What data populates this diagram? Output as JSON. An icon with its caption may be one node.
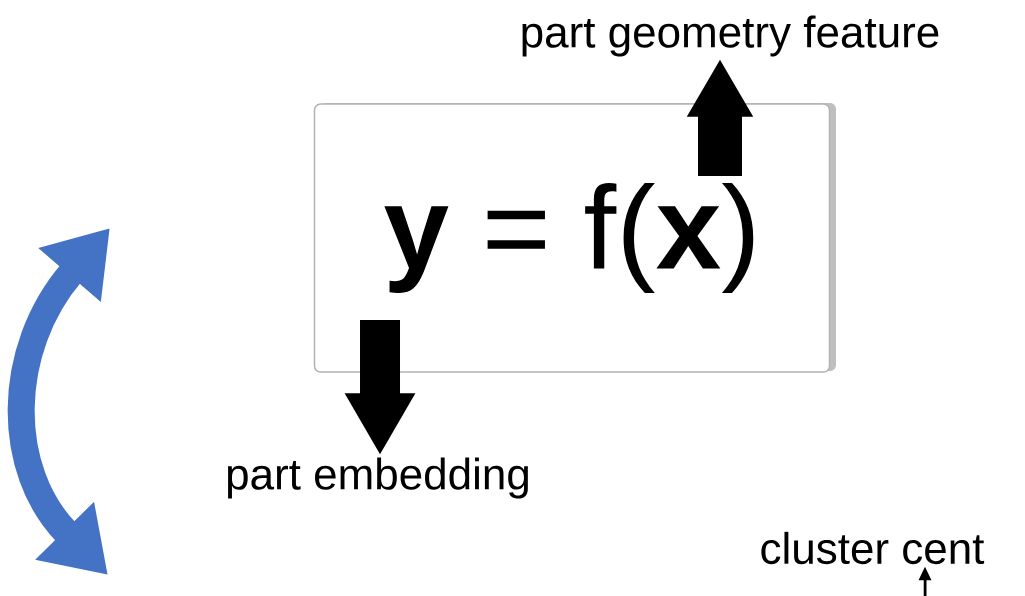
{
  "diagram": {
    "nodes": [
      {
        "text": [
          "**y** = f(**x**)"
        ]
      },
      {
        "text": [
          "part geometry feature"
        ]
      },
      {
        "text": [
          "part embedding"
        ]
      },
      {
        "text": [
          "cluster cent"
        ]
      }
    ],
    "edges": [
      {
        "from": 0,
        "to": 1,
        "arrow": "to"
      },
      {
        "from": 0,
        "to": 2,
        "arrow": "to"
      },
      {
        "from": null,
        "to": 3,
        "arrow": "to"
      }
    ]
  }
}
